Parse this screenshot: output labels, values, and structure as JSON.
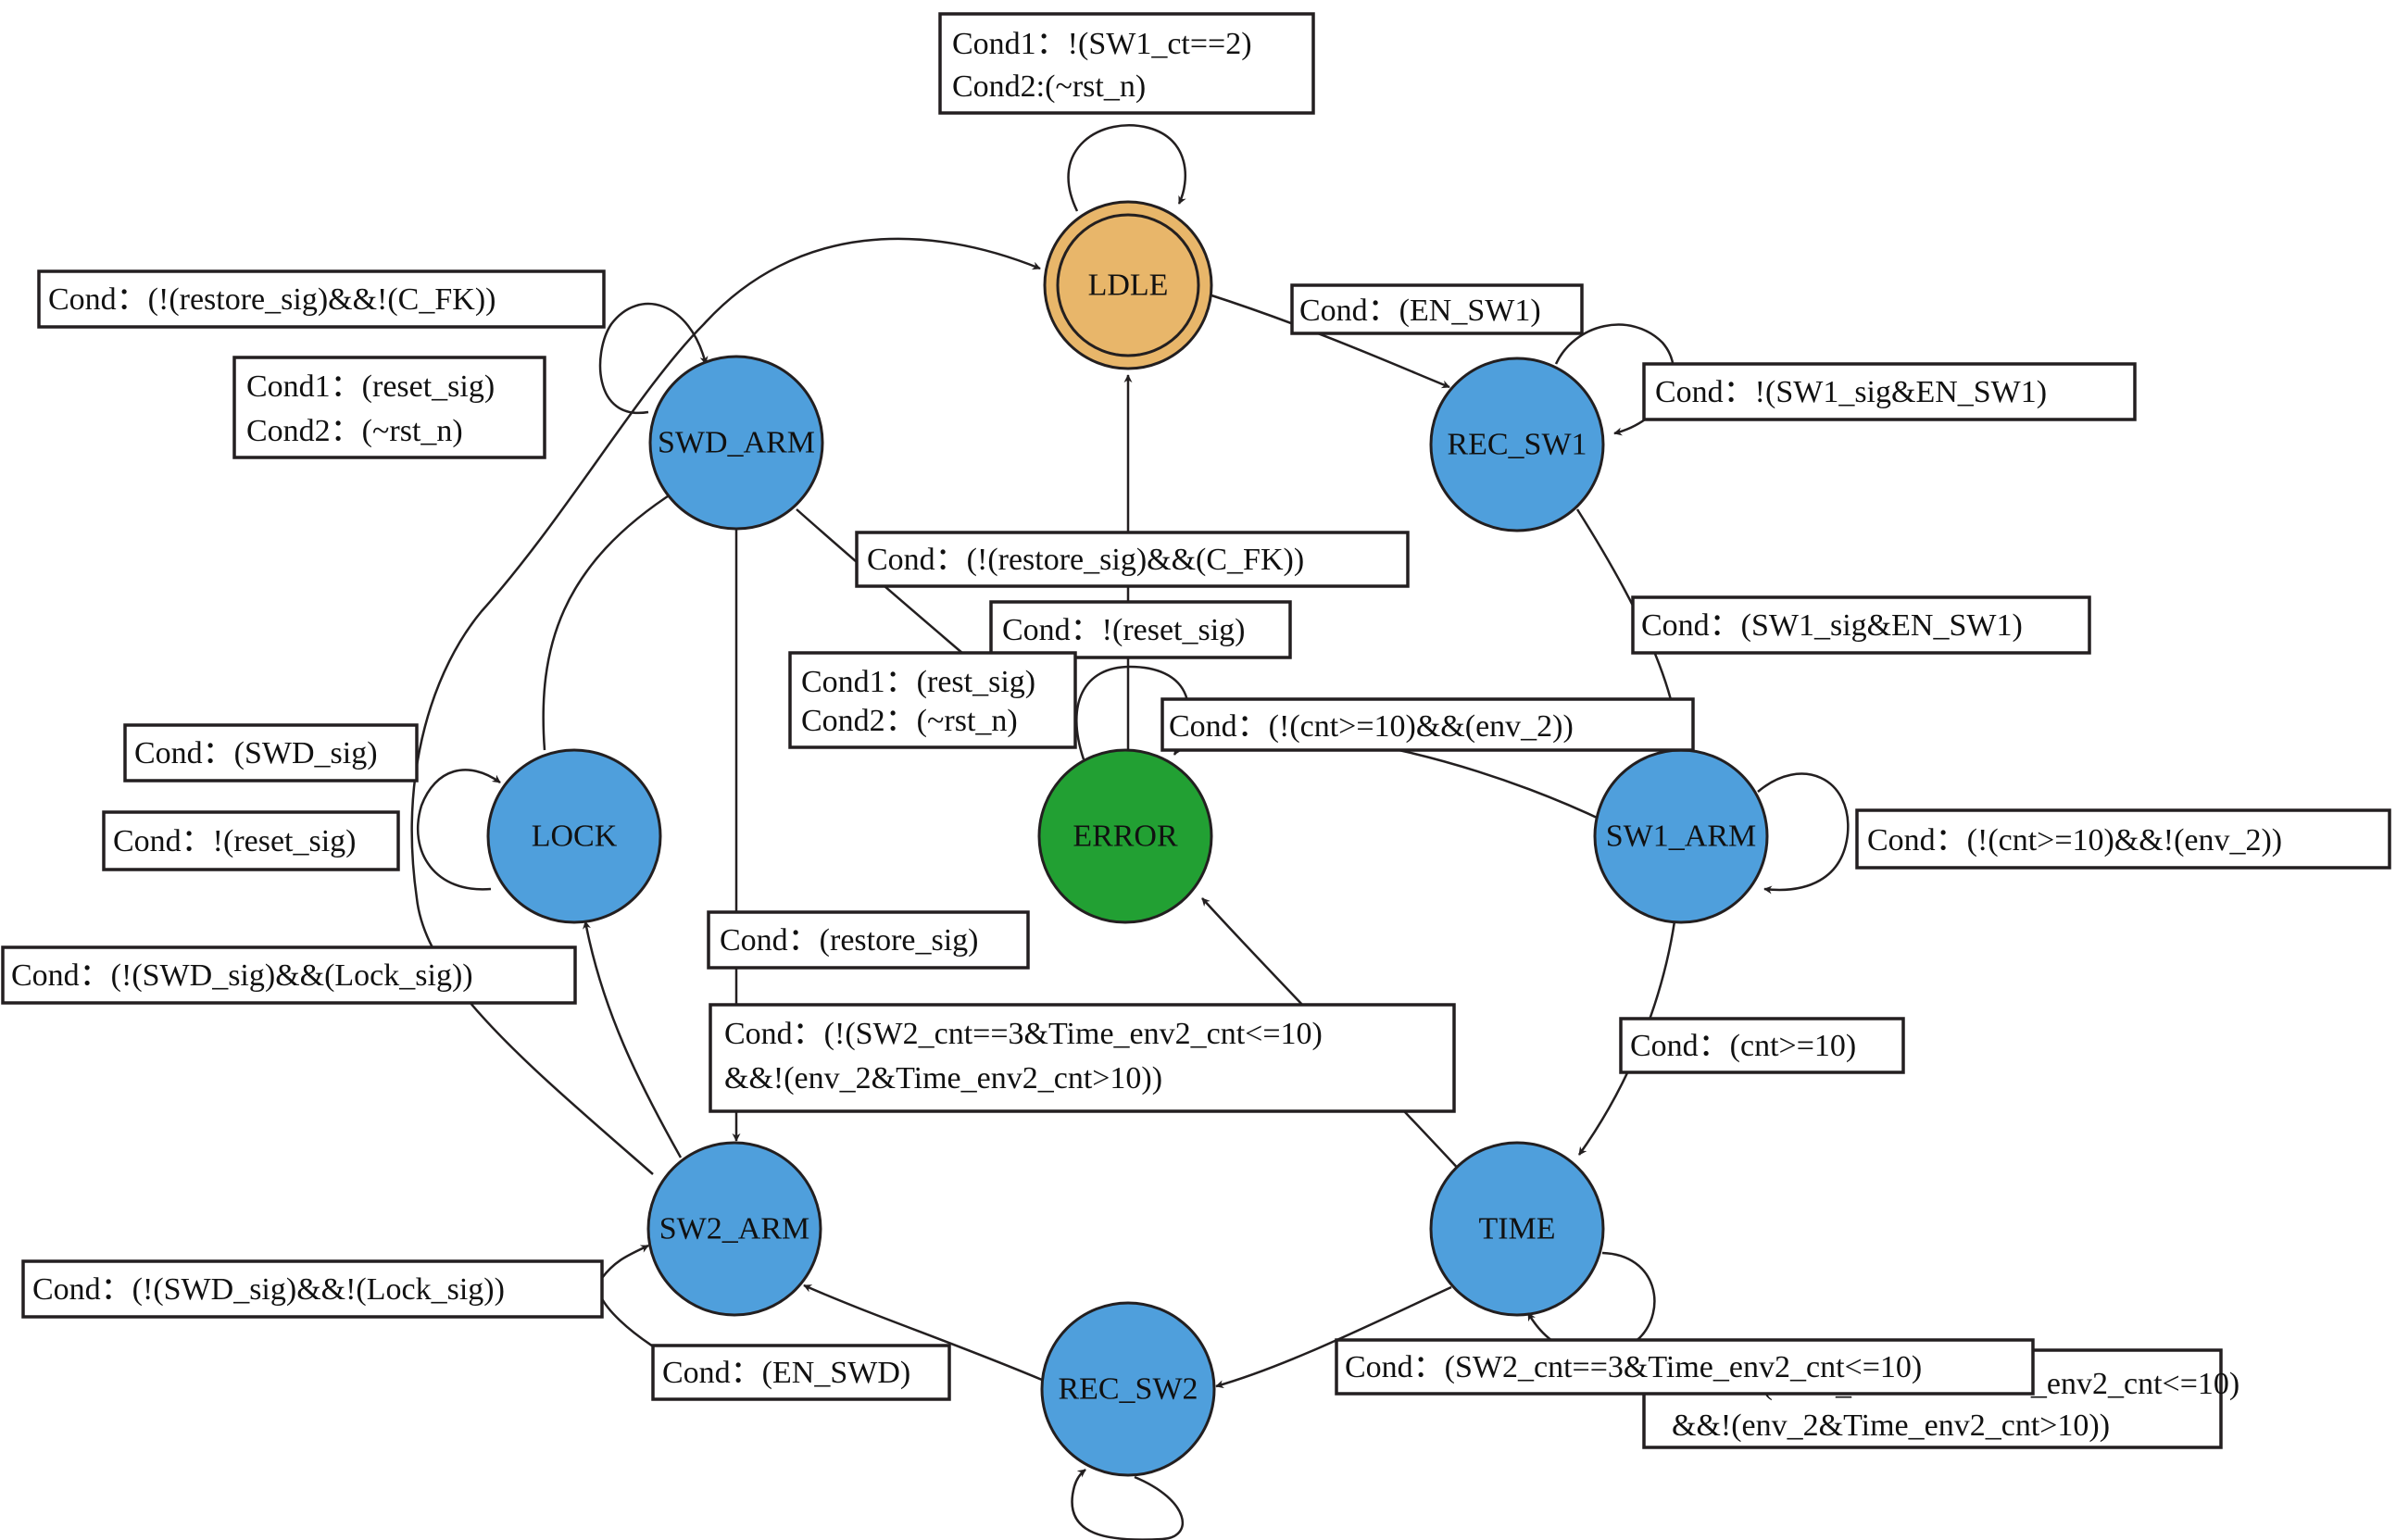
{
  "colors": {
    "state_default": "#4f9fdc",
    "state_idle": "#e8b66a",
    "state_error": "#22a033",
    "edge": "#231f20"
  },
  "states": {
    "idle": "LDLE",
    "rec_sw1": "REC_SW1",
    "sw1_arm": "SW1_ARM",
    "time": "TIME",
    "rec_sw2": "REC_SW2",
    "sw2_arm": "SW2_ARM",
    "lock": "LOCK",
    "swd_arm": "SWD_ARM",
    "error": "ERROR"
  },
  "conditions": {
    "idle_self": [
      "Cond1：!(SW1_ct==2)",
      "Cond2:(~rst_n)"
    ],
    "swd_self_outer": [
      "Cond：(!(restore_sig)&&!(C_FK))"
    ],
    "swd_self_inner": [
      "Cond1：(reset_sig)",
      "Cond2：(~rst_n)"
    ],
    "idle_to_rec_sw1": [
      "Cond：(EN_SW1)"
    ],
    "rec_sw1_self": [
      "Cond：!(SW1_sig&EN_SW1)"
    ],
    "swd_to_error": [
      "Cond：(!(restore_sig)&&(C_FK))"
    ],
    "error_to_idle": [
      "Cond：!(reset_sig)"
    ],
    "error_self": [
      "Cond1：(rest_sig)",
      "Cond2：(~rst_n)"
    ],
    "rec_sw1_to_sw1_arm": [
      "Cond：(SW1_sig&EN_SW1)"
    ],
    "sw1_arm_to_error": [
      "Cond：(!(cnt>=10)&&(env_2))"
    ],
    "sw1_arm_self": [
      "Cond：(!(cnt>=10)&&!(env_2))"
    ],
    "lock_to_swd": [
      "Cond：(SWD_sig)"
    ],
    "lock_self": [
      "Cond：!(reset_sig)"
    ],
    "swd_to_sw2": [
      "Cond：(restore_sig)"
    ],
    "sw2_to_lock": [
      "Cond：(!(SWD_sig)&&(Lock_sig))"
    ],
    "time_to_error": [
      "Cond：(!(SW2_cnt==3&Time_env2_cnt<=10)",
      " &&!(env_2&Time_env2_cnt>10))"
    ],
    "sw1_arm_to_time": [
      "Cond：(cnt>=10)"
    ],
    "sw2_self": [
      "Cond：(!(SWD_sig)&&!(Lock_sig))"
    ],
    "rec_sw2_to_sw2": [
      "Cond：(EN_SWD)"
    ],
    "time_self_back": [
      "Cond：(SW2_cnt==3&Time_env2_cnt<=10)",
      "&&!(env_2&Time_env2_cnt>10))"
    ],
    "time_to_rec_sw2": [
      "Cond：(SW2_cnt==3&Time_env2_cnt<=10)"
    ]
  }
}
